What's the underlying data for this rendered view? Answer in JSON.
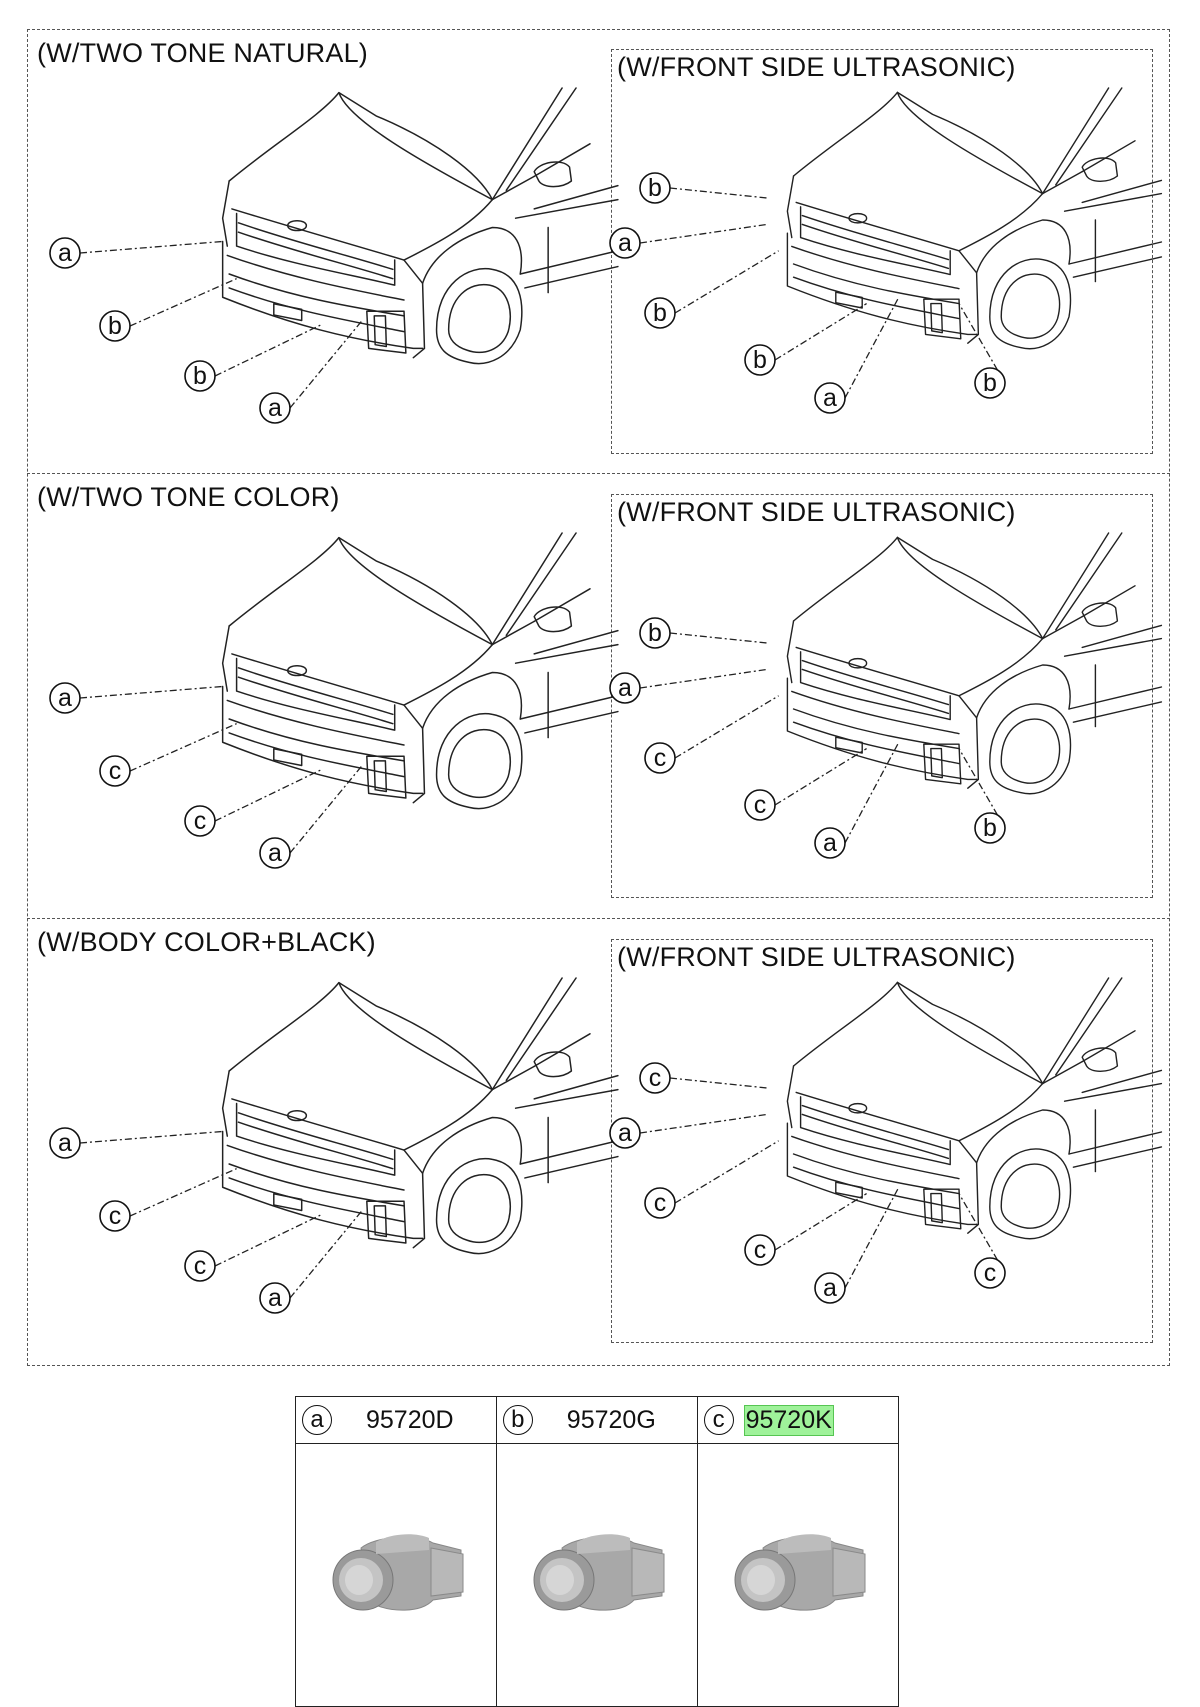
{
  "sections": [
    {
      "title": "(W/TWO TONE NATURAL)",
      "variant": {
        "title": "(W/FRONT SIDE ULTRASONIC)"
      },
      "main_callouts": [
        "a",
        "b",
        "b",
        "a"
      ],
      "variant_callouts": [
        "b",
        "a",
        "b",
        "b",
        "a",
        "b"
      ]
    },
    {
      "title": "(W/TWO TONE COLOR)",
      "variant": {
        "title": "(W/FRONT SIDE ULTRASONIC)"
      },
      "main_callouts": [
        "a",
        "c",
        "c",
        "a"
      ],
      "variant_callouts": [
        "b",
        "a",
        "c",
        "c",
        "a",
        "b"
      ]
    },
    {
      "title": "(W/BODY COLOR+BLACK)",
      "variant": {
        "title": "(W/FRONT SIDE ULTRASONIC)"
      },
      "main_callouts": [
        "a",
        "c",
        "c",
        "a"
      ],
      "variant_callouts": [
        "c",
        "a",
        "c",
        "c",
        "a",
        "c"
      ]
    }
  ],
  "parts": [
    {
      "key": "a",
      "number": "95720D",
      "highlighted": false,
      "icon": "ultrasonic-sensor-icon"
    },
    {
      "key": "b",
      "number": "95720G",
      "highlighted": false,
      "icon": "ultrasonic-sensor-icon"
    },
    {
      "key": "c",
      "number": "95720K",
      "highlighted": true,
      "icon": "ultrasonic-sensor-icon"
    }
  ],
  "colors": {
    "highlight": "#9ff29a",
    "highlight_border": "#56c552",
    "sensor_body": "#a8a8a8"
  }
}
